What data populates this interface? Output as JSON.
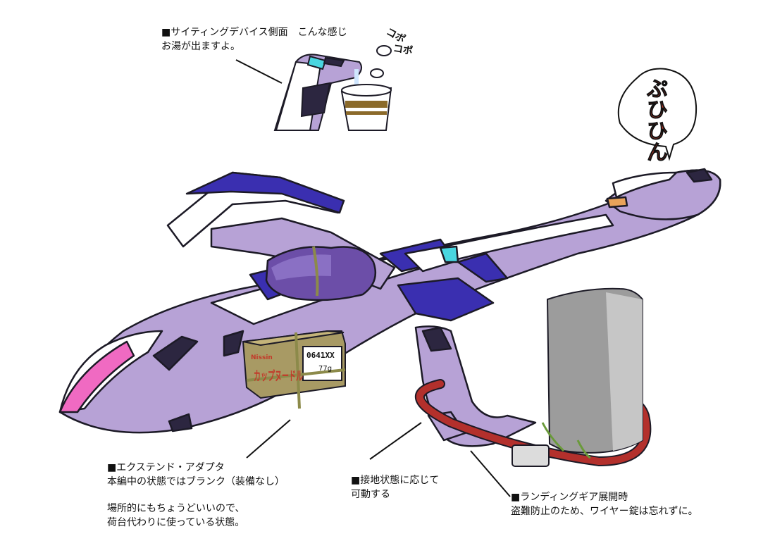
{
  "notes": {
    "sighting": {
      "line1": "■サイティングデバイス側面　こんな感じ",
      "line2": "お湯が出ますよ。"
    },
    "extend": {
      "line1": "■エクステンド・アダプタ",
      "line2": "本編中の状態ではブランク（装備なし）",
      "line3": "場所的にもちょうどいいので、",
      "line4": "荷台代わりに使っている状態。"
    },
    "ground": {
      "line1": "■接地状態に応じて",
      "line2": "可動する"
    },
    "landing": {
      "line1": "■ランディングギア展開時",
      "line2": "盗難防止のため、ワイヤー錠は忘れずに。"
    }
  },
  "sfx": {
    "kopo1": "コポ",
    "kopo2": "コポ",
    "speech": "ぷひひん"
  },
  "box": {
    "brand": "Nissin",
    "code": "0641XX",
    "weight": "77g",
    "product": "カップヌードル"
  },
  "colors": {
    "hull": "#b7a2d6",
    "hull_shadow": "#8f78b8",
    "white_panel": "#ffffff",
    "blue_stripe": "#3a2fb0",
    "pink": "#f06ac2",
    "dark": "#2c2640",
    "cyan": "#49d6e0",
    "wire": "#b3302c",
    "post": "#9c9c9c",
    "bag": "#6c4ea8",
    "box": "#a89a64"
  }
}
